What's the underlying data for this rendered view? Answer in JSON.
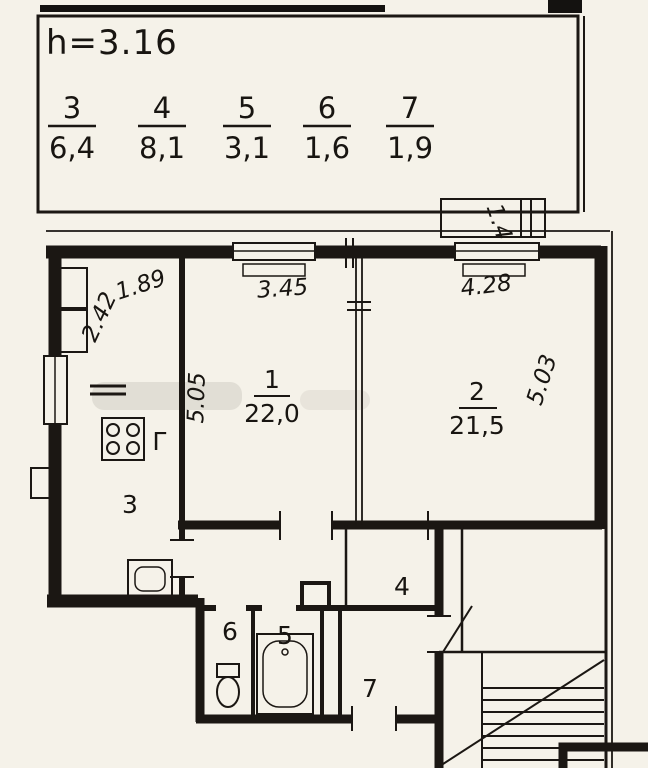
{
  "header": {
    "ceiling_height": "h=3.16"
  },
  "legend": {
    "entries": [
      {
        "num": "3",
        "area": "6,4"
      },
      {
        "num": "4",
        "area": "8,1"
      },
      {
        "num": "5",
        "area": "3,1"
      },
      {
        "num": "6",
        "area": "1,6"
      },
      {
        "num": "7",
        "area": "1,9"
      }
    ]
  },
  "rooms": {
    "room1": {
      "num": "1",
      "area": "22,0"
    },
    "room2": {
      "num": "2",
      "area": "21,5"
    },
    "room3": {
      "num": "3"
    },
    "room4": {
      "num": "4"
    },
    "room5": {
      "num": "5"
    },
    "room6": {
      "num": "6"
    },
    "room7": {
      "num": "7"
    }
  },
  "dimensions": {
    "left_wall_upper": "2.42",
    "left_wall_top": "1.89",
    "room1_width": "3.45",
    "room2_width": "4.28",
    "room1_depth": "5.05",
    "room2_depth": "5.03",
    "balcony_mark": "1.4",
    "stove_mark": "Г"
  },
  "colors": {
    "ink": "#1b1713",
    "paper": "#f5f2e9"
  }
}
